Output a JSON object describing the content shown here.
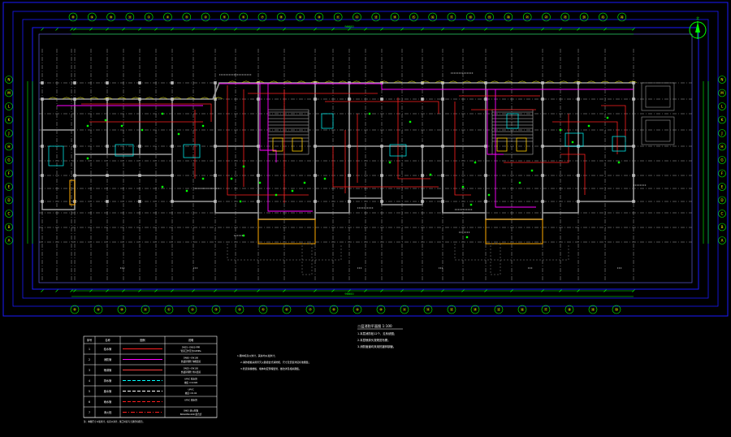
{
  "title_block": {
    "title": "二层消防平面图 1:100",
    "notes": [
      "1.本层消防栓12个，见系统图；",
      "2.本层喷淋头按规范布置；",
      "3.消防管道均采用热镀锌钢管。"
    ]
  },
  "general_notes": [
    "1.图中标高以米计，其余均以毫米计；",
    "2.消防栓箱采用带灭火器组合式消防柜，尺寸及安装详见标准图集；",
    "3.管道穿越楼板、墙体时应预埋套管，做法详见相关图集。"
  ],
  "legend": {
    "headers": [
      "序号",
      "名称",
      "图例",
      "说明"
    ],
    "rows": [
      {
        "no": "1",
        "name": "给水管",
        "desc": [
          "DN25~DN50 PPR",
          "管道工作压力0.6MPa"
        ],
        "style": "red-solid"
      },
      {
        "no": "2",
        "name": "消防管",
        "desc": [
          "DN65~DN100",
          "热镀锌钢管 沟槽连接"
        ],
        "style": "magenta-solid"
      },
      {
        "no": "3",
        "name": "喷淋管",
        "desc": [
          "DN25~DN150",
          "热镀锌钢管 丝扣连接"
        ],
        "style": "red-thin"
      },
      {
        "no": "4",
        "name": "排水管",
        "desc": [
          "UPVC 排水管",
          "坡度 i=0.026"
        ],
        "style": "cyan-dash"
      },
      {
        "no": "5",
        "name": "废水管",
        "desc": [
          "UPVC",
          "坡度 i=0.02"
        ],
        "style": "white-dash"
      },
      {
        "no": "6",
        "name": "雨水管",
        "desc": [
          "UPVC 雨水管"
        ],
        "style": "red-dash"
      },
      {
        "no": "7",
        "name": "消火栓",
        "desc": [
          "SN65 消火栓箱",
          "800x650x240 组合式"
        ],
        "style": "red-dashdot"
      }
    ],
    "footnote": "注：本图尺寸以毫米计，标高以米计，施工时应与土建密切配合。"
  },
  "grid_axes": {
    "top": [
      "⑧",
      "⑨",
      "⑩",
      "⑪",
      "①",
      "②",
      "③",
      "④",
      "⑤",
      "⑥",
      "⑦",
      "⑧",
      "⑨",
      "⑩",
      "⑪",
      "⑫",
      "⑬",
      "⑭",
      "⑮",
      "⑯",
      "⑰",
      "⑱",
      "⑲",
      "⑳",
      "㉑",
      "㉒",
      "㉓",
      "㉔",
      "㉕",
      "㉖"
    ],
    "bottom": [
      "⑧",
      "⑨",
      "⑩",
      "⑪",
      "①",
      "②",
      "③",
      "④",
      "⑤",
      "⑥",
      "⑦",
      "⑧",
      "⑨",
      "⑩",
      "⑪",
      "⑫",
      "⑬",
      "⑭",
      "⑮",
      "⑯",
      "⑰",
      "⑱",
      "⑲",
      "⑳"
    ],
    "left": [
      "A",
      "B",
      "C",
      "D",
      "E",
      "F",
      "G",
      "H",
      "J",
      "K",
      "L",
      "M",
      "N"
    ],
    "right": [
      "A",
      "B",
      "C",
      "D",
      "E",
      "F",
      "G",
      "H",
      "J",
      "K",
      "L",
      "M",
      "N"
    ],
    "overall_dim": "96600"
  },
  "north_label": "北",
  "colors": {
    "background": "#000000",
    "border": "#1a1aff",
    "wall": "#8c8c8c",
    "grid": "#d9d9d9",
    "dimension": "#00ff00",
    "water": "#ff2020",
    "fire": "#ff00ff",
    "equipment": "#ffff00",
    "text": "#ffffff",
    "axis_bubble": "#ffff00"
  }
}
